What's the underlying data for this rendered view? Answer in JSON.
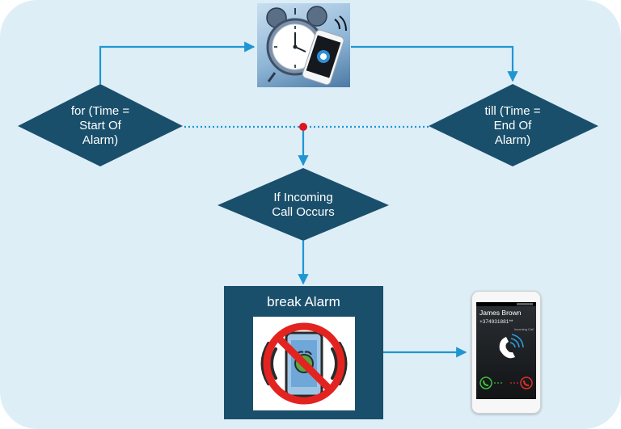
{
  "nodes": {
    "for_condition": {
      "lines": [
        "for (Time =",
        "Start Of",
        "Alarm)"
      ]
    },
    "till_condition": {
      "lines": [
        "till (Time =",
        "End Of",
        "Alarm)"
      ]
    },
    "if_incoming": {
      "lines": [
        "If Incoming",
        "Call Occurs"
      ]
    },
    "break_alarm": {
      "title": "break Alarm"
    }
  },
  "phone": {
    "caller_name": "James Brown",
    "caller_number": "+374931881**",
    "call_status": "Incoming Call"
  },
  "icons": {
    "alarm_clock": "alarm-clock-with-smartphone-illustration",
    "no_alarm": "no-ringing-phone-icon",
    "incoming_call_phone": "smartphone-incoming-call-screen"
  },
  "colors": {
    "panel_background": "#ddeef7",
    "diamond_fill": "#1a4f6c",
    "arrow": "#1f96d3",
    "merge_dot": "#e0141e",
    "prohibition_red": "#e32320"
  }
}
